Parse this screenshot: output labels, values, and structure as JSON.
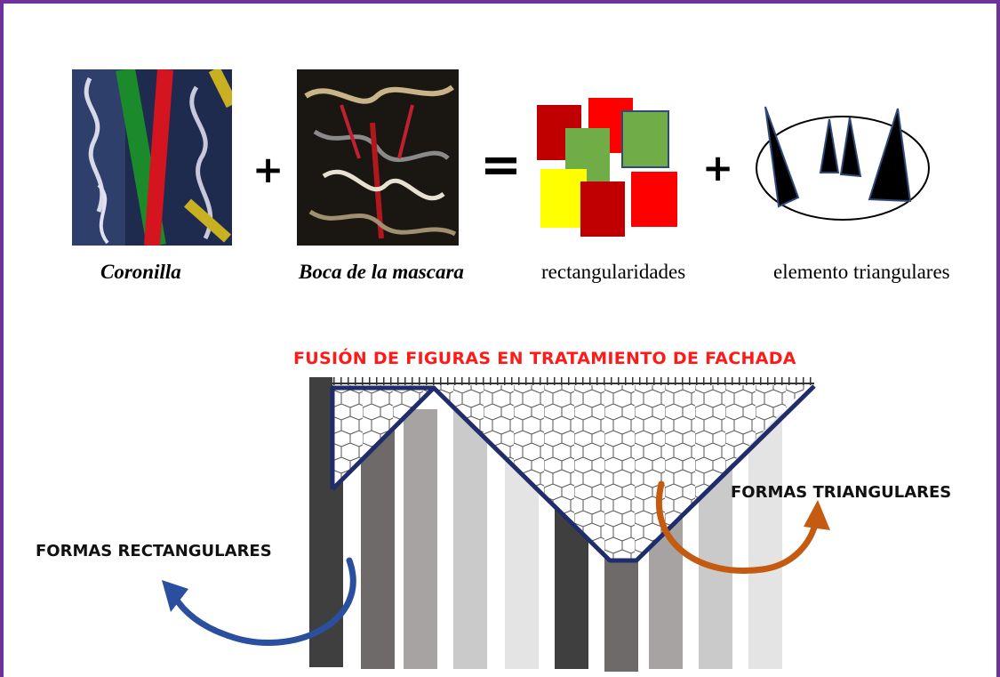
{
  "top_row": {
    "items": [
      {
        "caption": "Coronilla"
      },
      {
        "caption": "Boca de la mascara"
      },
      {
        "caption": "rectangularidades"
      },
      {
        "caption": "elemento triangulares"
      }
    ],
    "plus_sign": "+",
    "equals_sign": "="
  },
  "facade": {
    "title": "FUSIÓN DE FIGURAS EN TRATAMIENTO DE FACHADA",
    "label_left": "FORMAS RECTANGULARES",
    "label_right": "FORMAS TRIANGULARES"
  },
  "colors": {
    "frame": "#7030a0",
    "title": "#ff1a1a",
    "outline": "#1f2d6b",
    "arrow_left": "#2a4f9e",
    "arrow_right": "#c55a11",
    "red": "#ff0000",
    "dark_red": "#c00000",
    "green": "#70ad47",
    "yellow": "#ffff00"
  }
}
